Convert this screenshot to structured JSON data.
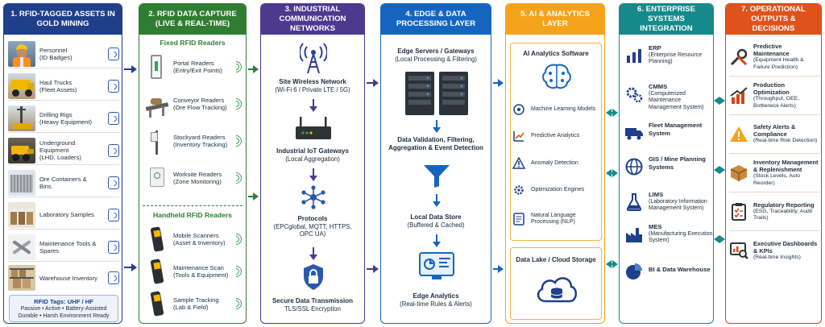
{
  "colors": {
    "col1": "#1f3f8a",
    "col2": "#2f7d32",
    "col3": "#4b3a8e",
    "col4": "#1565c0",
    "col5": "#f5a31a",
    "col6": "#168a8a",
    "col7": "#e0521c"
  },
  "col1": {
    "title": "1. RFID-TAGGED ASSETS IN GOLD MINING",
    "assets": [
      {
        "name": "Personnel",
        "detail": "(ID Badges)",
        "icon": "worker-photo"
      },
      {
        "name": "Haul Trucks",
        "detail": "(Fleet Assets)",
        "icon": "haul-truck-photo"
      },
      {
        "name": "Drilling Rigs",
        "detail": "(Heavy Equipment)",
        "icon": "drilling-rig-photo"
      },
      {
        "name": "Underground Equipment",
        "detail": "(LHD, Loaders)",
        "icon": "loader-photo"
      },
      {
        "name": "Ore Containers & Bins",
        "detail": "",
        "icon": "container-photo"
      },
      {
        "name": "Laboratory Samples",
        "detail": "",
        "icon": "sample-jars-photo"
      },
      {
        "name": "Maintenance Tools & Spares",
        "detail": "",
        "icon": "tools-photo"
      },
      {
        "name": "Warehouse Inventory",
        "detail": "",
        "icon": "warehouse-photo"
      }
    ],
    "rfid_tags": {
      "title": "RFID Tags: UHF / HF",
      "line1": "Passive • Active • Battery-Assisted",
      "line2": "Durable • Harsh Environment Ready"
    }
  },
  "col2": {
    "title": "2. RFID DATA CAPTURE (LIVE & REAL-TIME)",
    "fixed_title": "Fixed RFID Readers",
    "fixed": [
      {
        "name": "Portal Readers",
        "detail": "(Entry/Exit Points)"
      },
      {
        "name": "Conveyor Readers",
        "detail": "(Ore Flow Tracking)"
      },
      {
        "name": "Stockyard Readers",
        "detail": "(Inventory Tracking)"
      },
      {
        "name": "Worksite Readers",
        "detail": "(Zone Monitoring)"
      }
    ],
    "handheld_title": "Handheld RFID Readers",
    "handheld": [
      {
        "name": "Mobile Scanners",
        "detail": "(Asset & Inventory)"
      },
      {
        "name": "Maintenance Scan",
        "detail": "(Tools & Equipment)"
      },
      {
        "name": "Sample Tracking",
        "detail": "(Lab & Field)"
      }
    ]
  },
  "col3": {
    "title": "3. INDUSTRIAL COMMUNICATION NETWORKS",
    "b1_title": "Site Wireless Network",
    "b1_detail": "(Wi-Fi 6 / Private LTE / 5G)",
    "b2_title": "Industrial IoT Gateways",
    "b2_detail": "(Local Aggregation)",
    "b3_title": "Protocols",
    "b3_detail": "(EPCglobal, MQTT, HTTPS, OPC UA)",
    "b4_title": "Secure Data Transmission",
    "b4_detail": "TLS/SSL Encryption"
  },
  "col4": {
    "title": "4. EDGE & DATA PROCESSING LAYER",
    "b1_title": "Edge Servers / Gateways",
    "b1_detail": "(Local Processing & Filtering)",
    "b2_title": "Data Validation, Filtering, Aggregation & Event Detection",
    "b3_title": "Local Data Store",
    "b3_detail": "(Buffered & Cached)",
    "b4_title": "Edge Analytics",
    "b4_detail": "(Real-time Rules & Alerts)"
  },
  "col5": {
    "title": "5. AI & ANALYTICS LAYER",
    "ai_title": "AI Analytics Software",
    "items": [
      "Machine Learning Models",
      "Predictive Analytics",
      "Anomaly Detection",
      "Optimization Engines",
      "Natural Language Processing (NLP)"
    ],
    "lake_title": "Data Lake / Cloud Storage"
  },
  "col6": {
    "title": "6. ENTERPRISE SYSTEMS INTEGRATION",
    "systems": [
      {
        "name": "ERP",
        "detail": "(Enterprise Resource Planning)"
      },
      {
        "name": "CMMS",
        "detail": "(Computerized Maintenance Management System)"
      },
      {
        "name": "Fleet Management System",
        "detail": ""
      },
      {
        "name": "GIS / Mine Planning Systems",
        "detail": ""
      },
      {
        "name": "LIMS",
        "detail": "(Laboratory Information Management System)"
      },
      {
        "name": "MES",
        "detail": "(Manufacturing Execution System)"
      },
      {
        "name": "BI & Data Warehouse",
        "detail": ""
      }
    ]
  },
  "col7": {
    "title": "7. OPERATIONAL OUTPUTS & DECISIONS",
    "outputs": [
      {
        "name": "Predictive Maintenance",
        "detail": "(Equipment Health & Failure Prediction)"
      },
      {
        "name": "Production Optimization",
        "detail": "(Throughput, OEE, Bottleneck Alerts)"
      },
      {
        "name": "Safety Alerts & Compliance",
        "detail": "(Real-time Risk Detection)"
      },
      {
        "name": "Inventory Management & Replenishment",
        "detail": "(Stock Levels, Auto Reorder)"
      },
      {
        "name": "Regulatory Reporting",
        "detail": "(ESG, Traceability, Audit Trails)"
      },
      {
        "name": "Executive Dashboards & KPIs",
        "detail": "(Real-time Insights)"
      }
    ]
  }
}
